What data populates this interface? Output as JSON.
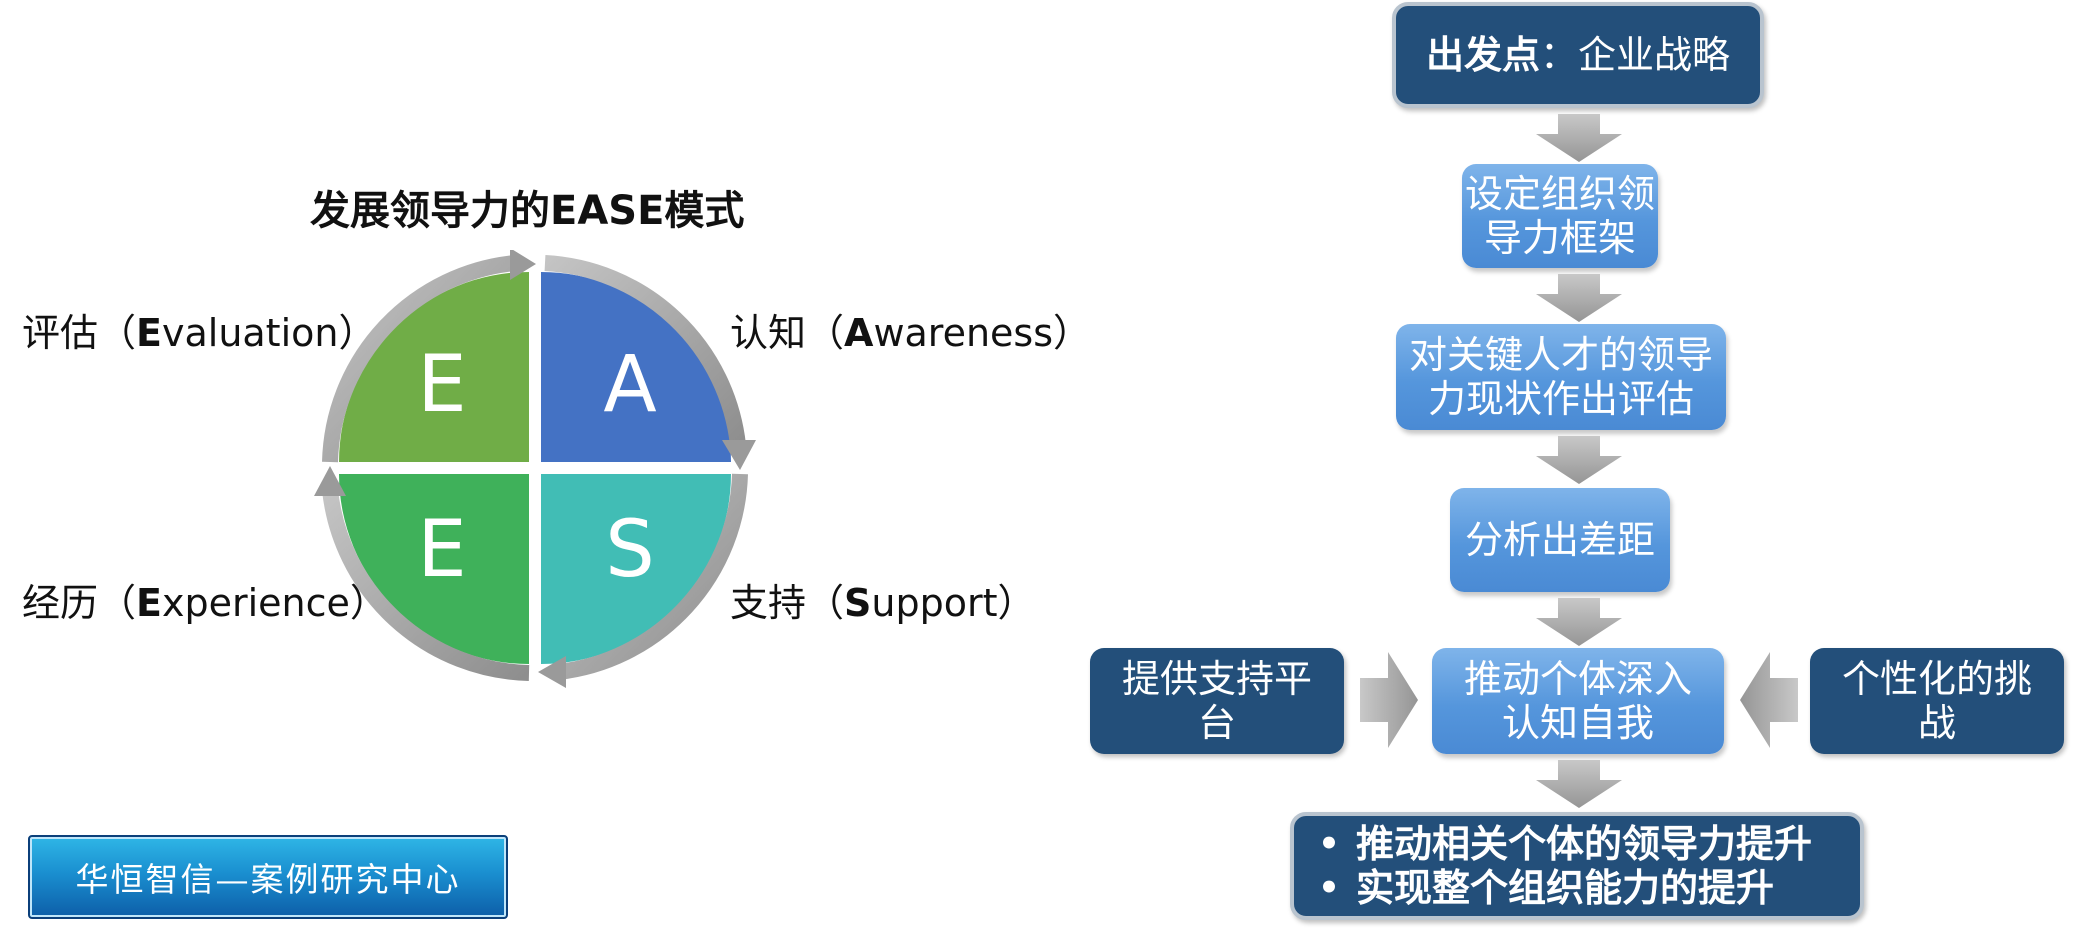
{
  "ease": {
    "title": "发展领导力的EASE模式",
    "letters": {
      "tl": "E",
      "tr": "A",
      "bl": "E",
      "br": "S"
    },
    "labels": {
      "evaluation": {
        "cn": "评估（",
        "initial": "E",
        "rest": "valuation）"
      },
      "awareness": {
        "cn": "认知（",
        "initial": "A",
        "rest": "wareness）"
      },
      "experience": {
        "cn": "经历（",
        "initial": "E",
        "rest": "xperience）"
      },
      "support": {
        "cn": "支持（",
        "initial": "S",
        "rest": "upport）"
      }
    },
    "colors": {
      "tl": "#70ad47",
      "tr": "#4472c4",
      "bl": "#3fb15a",
      "br": "#41bdb5",
      "ring": "#a6a6a6"
    }
  },
  "brand": {
    "text": "华恒智信—案例研究中心"
  },
  "flow": {
    "start": {
      "bold": "出发点",
      "colon": "：",
      "rest": "企业战略"
    },
    "step1": [
      "设定组织领",
      "导力框架"
    ],
    "step2": [
      "对关键人才的领导",
      "力现状作出评估"
    ],
    "step3": [
      "分析出差距"
    ],
    "step4": [
      "推动个体深入",
      "认知自我"
    ],
    "left_input": [
      "提供支持平",
      "台"
    ],
    "right_input": [
      "个性化的挑",
      "战"
    ],
    "outcomes": [
      "推动相关个体的领导力提升",
      "实现整个组织能力的提升"
    ],
    "bullet": "•",
    "colors": {
      "dark": "#234f7a",
      "light": "#5596dc",
      "arrow": "#a6a6a6"
    }
  }
}
